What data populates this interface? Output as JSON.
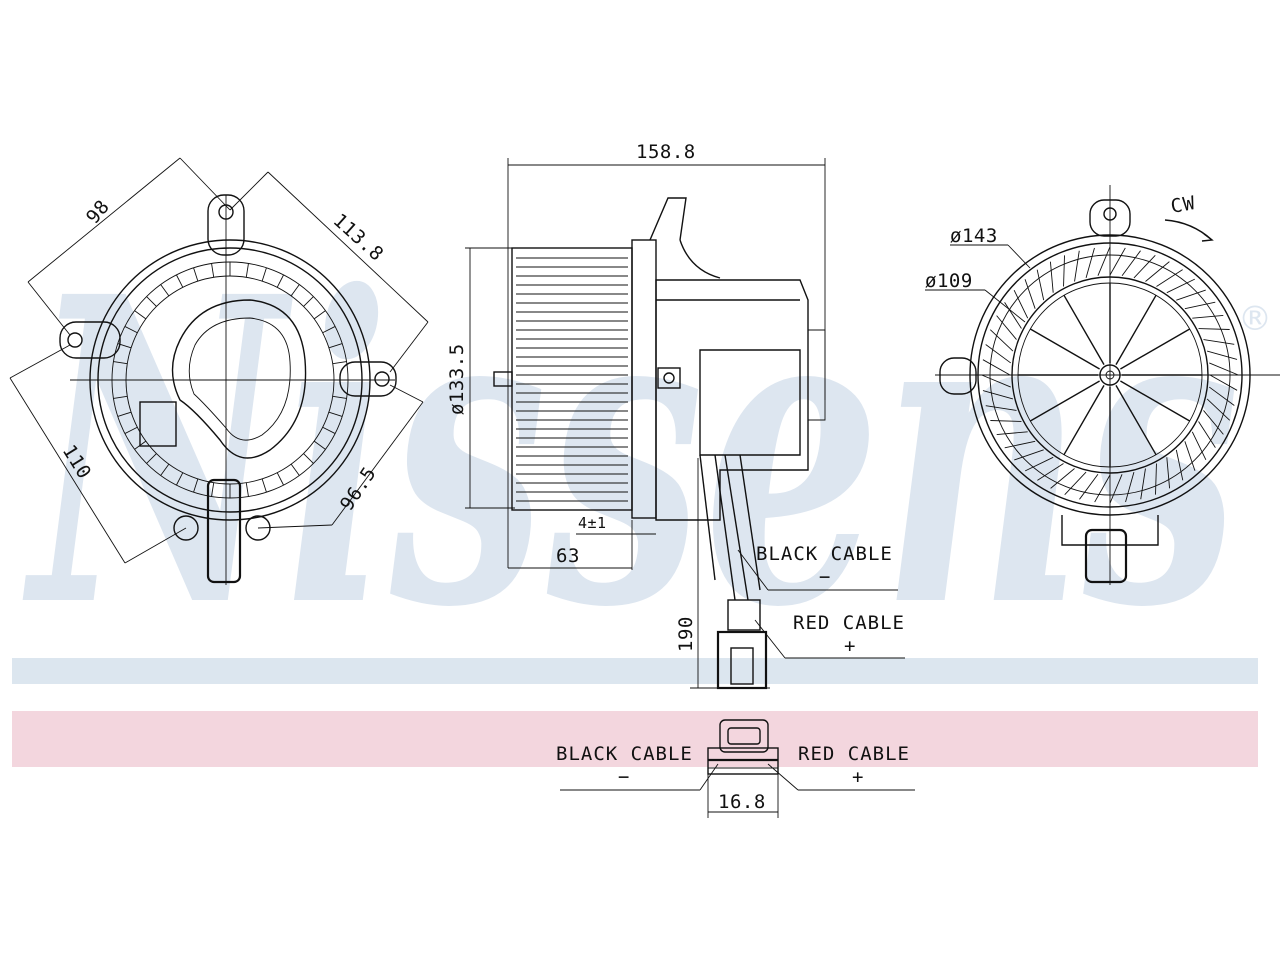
{
  "colors": {
    "watermark": "#dde6f0",
    "brand_band_blue": "#dce6ef",
    "brand_band_pink": "#f3d6de",
    "line": "#111111"
  },
  "watermark": {
    "text": "Nissens",
    "mark": "®"
  },
  "front_view": {
    "dims": {
      "d1": "98",
      "d2": "113.8",
      "d3": "110",
      "d4": "96.5"
    }
  },
  "side_view": {
    "dims": {
      "width": "158.8",
      "diameter": "ø133.5",
      "offset": "4±1",
      "depth": "63",
      "cable_length": "190"
    },
    "cables": {
      "black_label": "BLACK CABLE",
      "black_sign": "−",
      "red_label": "RED CABLE",
      "red_sign": "+"
    }
  },
  "rear_view": {
    "rotation": "CW",
    "dims": {
      "outer": "ø143",
      "inner": "ø109"
    }
  },
  "connector_detail": {
    "black_label": "BLACK CABLE",
    "black_sign": "−",
    "red_label": "RED CABLE",
    "red_sign": "+",
    "width": "16.8"
  }
}
